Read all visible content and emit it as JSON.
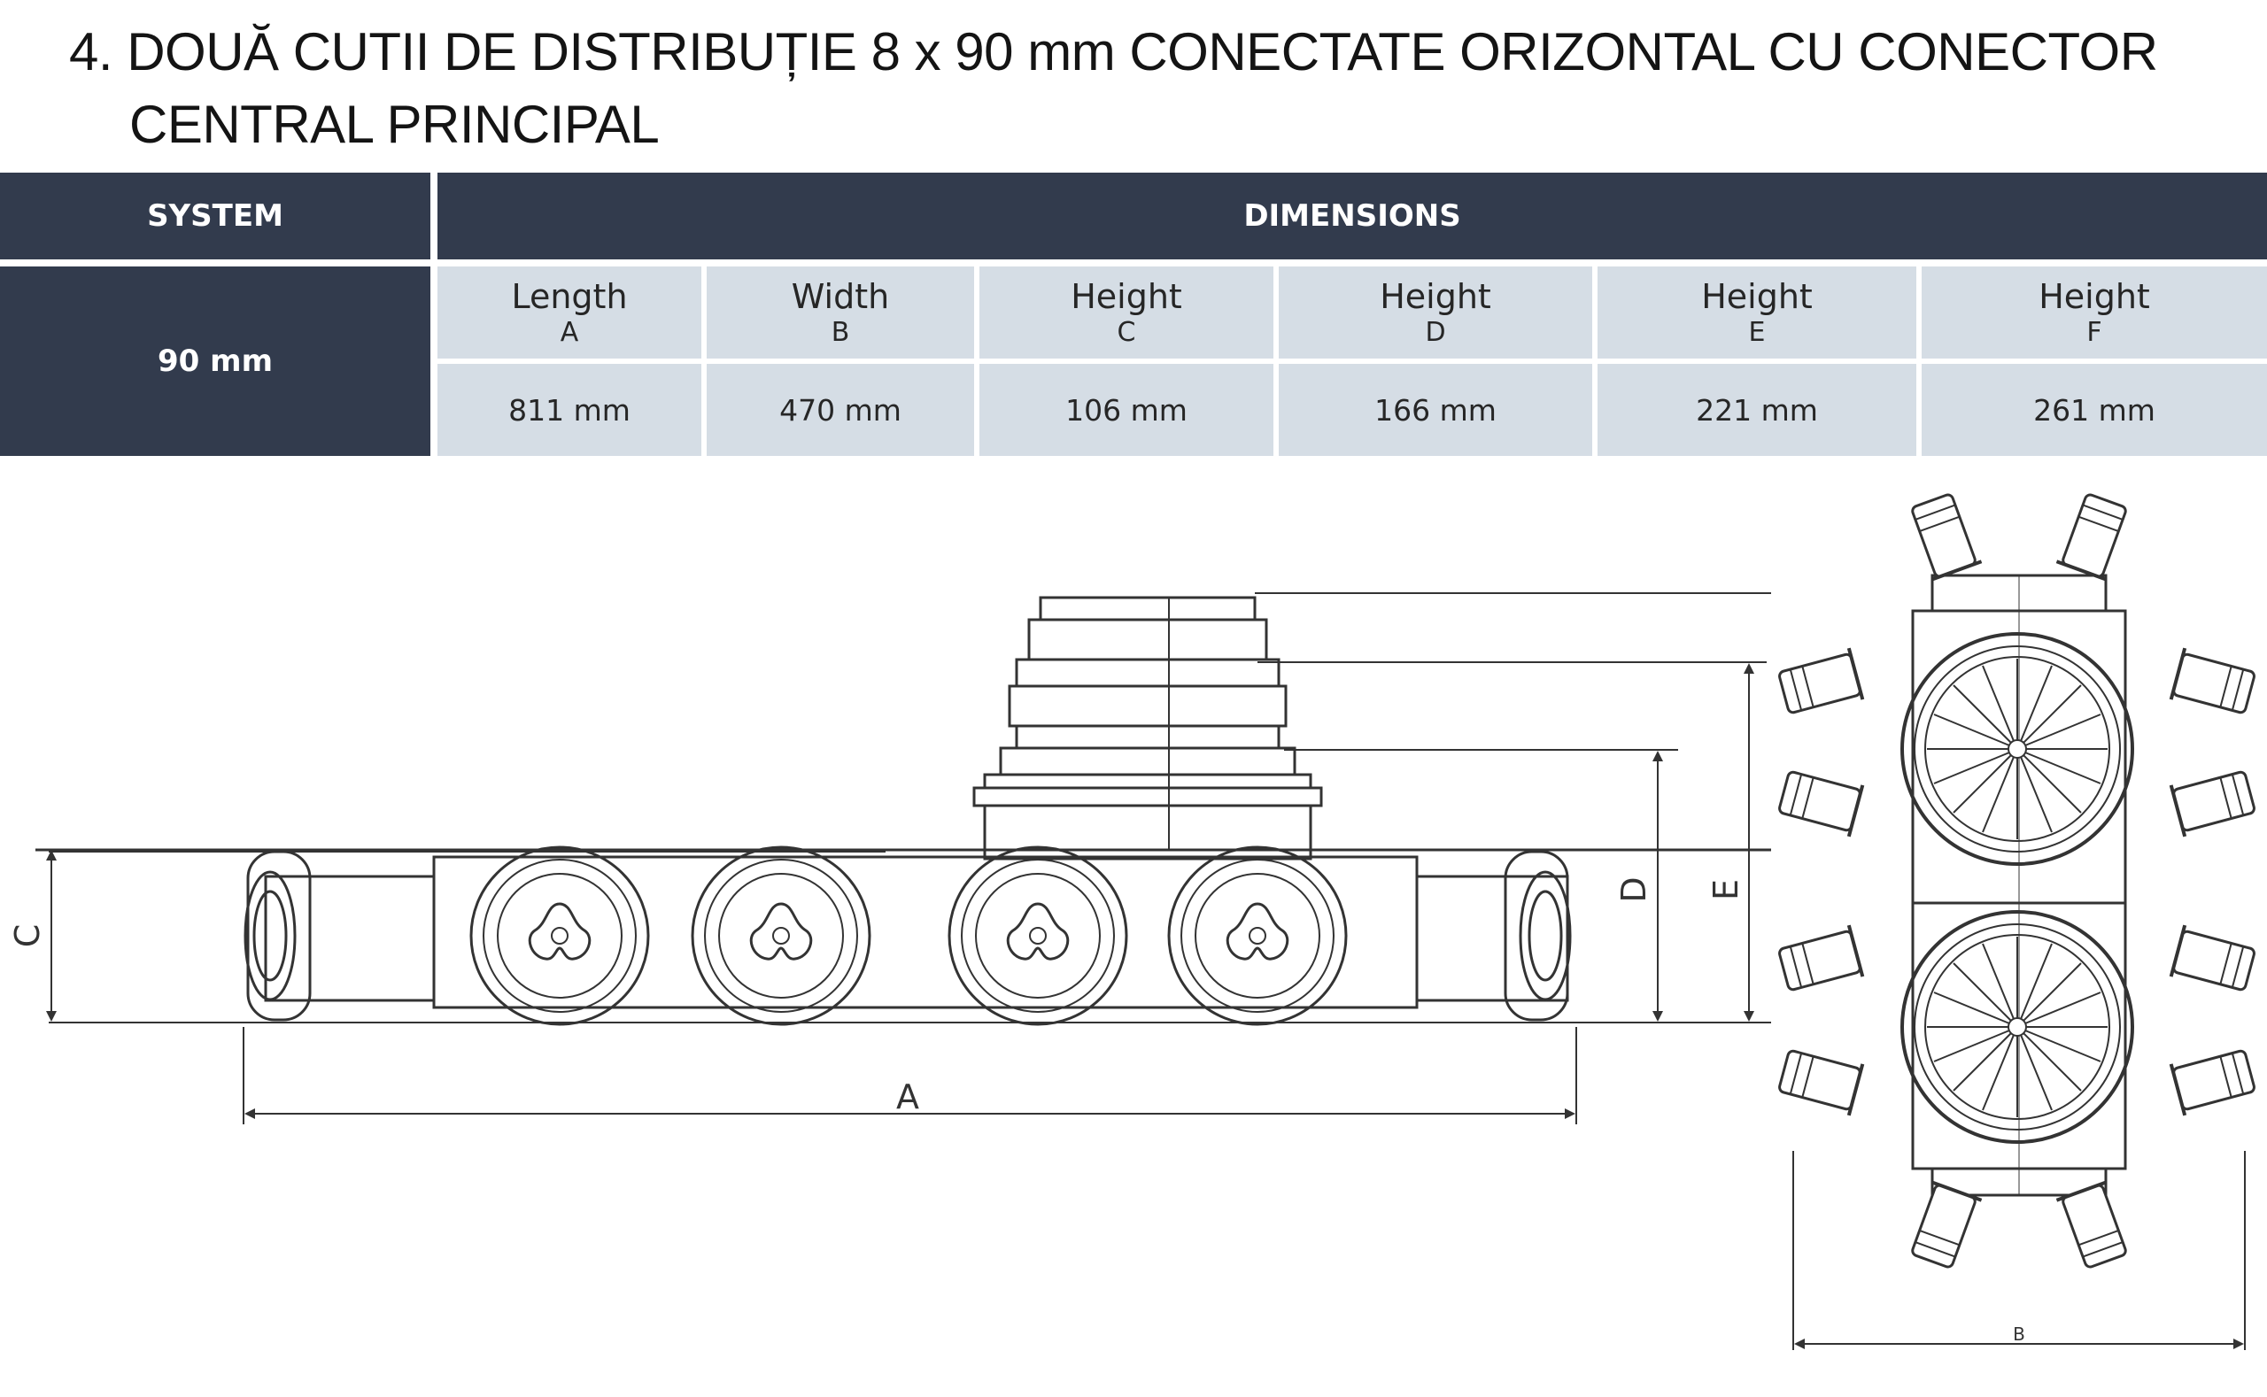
{
  "title": {
    "line1": "4. DOUĂ CUTII DE DISTRIBUȚIE 8 x 90 mm CONECTATE ORIZONTAL CU CONECTOR",
    "line2": "CENTRAL PRINCIPAL"
  },
  "table": {
    "system_header": "SYSTEM",
    "dimensions_header": "DIMENSIONS",
    "system_value": "90 mm",
    "columns": [
      {
        "label": "Length",
        "letter": "A",
        "value": "811 mm"
      },
      {
        "label": "Width",
        "letter": "B",
        "value": "470 mm"
      },
      {
        "label": "Height",
        "letter": "C",
        "value": "106 mm"
      },
      {
        "label": "Height",
        "letter": "D",
        "value": "166 mm"
      },
      {
        "label": "Height",
        "letter": "E",
        "value": "221 mm"
      },
      {
        "label": "Height",
        "letter": "F",
        "value": "261 mm"
      }
    ]
  },
  "drawing_labels": {
    "a": "A",
    "b": "B",
    "c": "C",
    "d": "D",
    "e": "E"
  },
  "colors": {
    "header_bg": "#323b4d",
    "cell_bg": "#d5dde5",
    "line": "#333333"
  }
}
